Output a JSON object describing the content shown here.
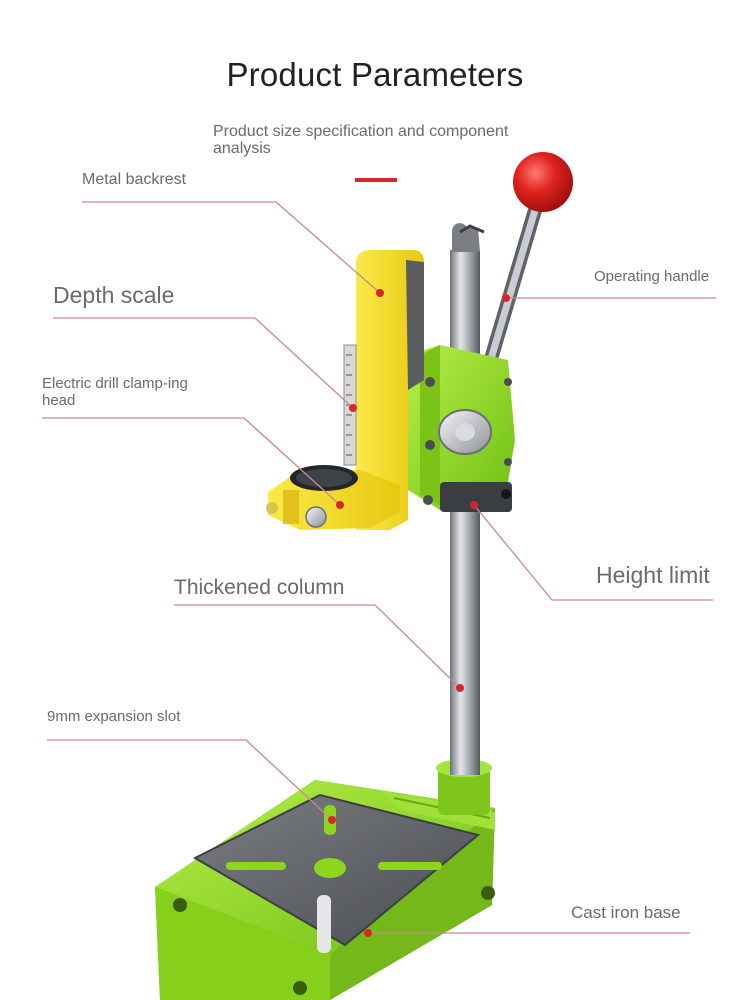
{
  "header": {
    "title": "Product Parameters",
    "subtitle": "Product size specification and component analysis"
  },
  "callouts": {
    "metal_backrest": "Metal backrest",
    "depth_scale": "Depth scale",
    "drill_clamping_head": "Electric drill clamp-ing head",
    "thickened_column": "Thickened column",
    "expansion_slot": "9mm expansion slot",
    "operating_handle": "Operating handle",
    "height_limit": "Height limit",
    "cast_iron_base": "Cast iron base"
  },
  "colors": {
    "accent": "#d7262b",
    "leader_line": "#c98a8a",
    "body_green": "#8ed61e",
    "backrest_yellow": "#f2d81c",
    "handle_knob": "#d9191c",
    "column_steel": "#b9bcc0",
    "base_plate": "#5b5e63"
  }
}
